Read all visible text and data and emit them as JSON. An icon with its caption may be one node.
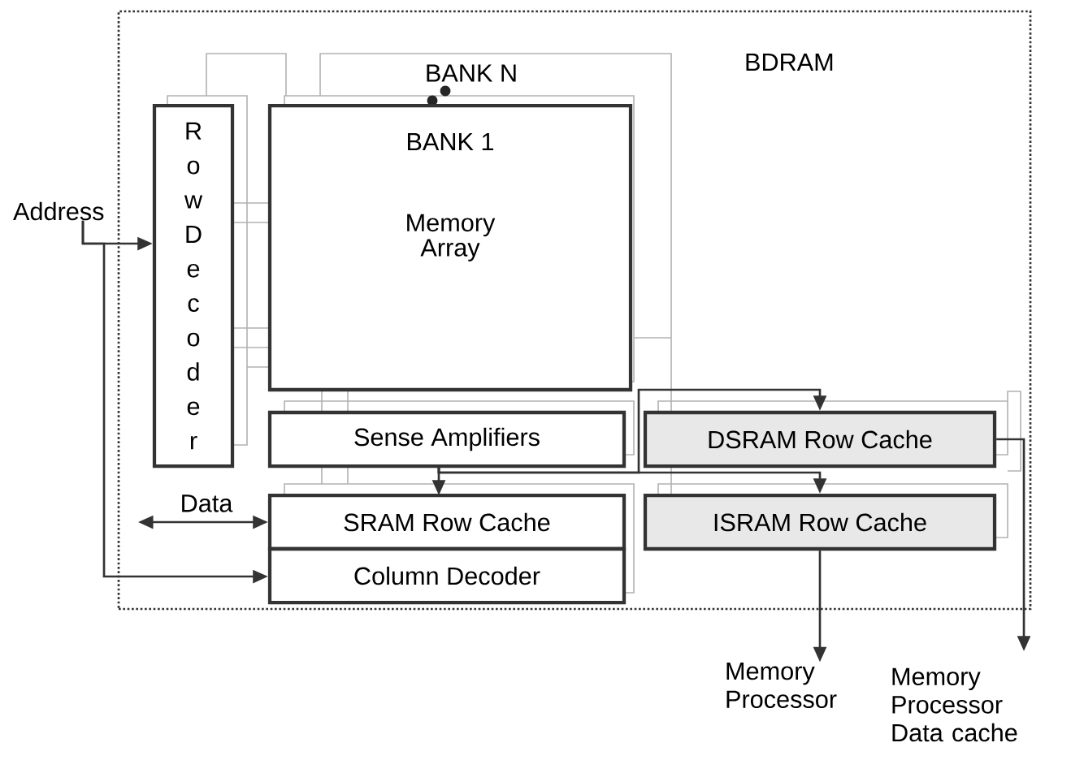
{
  "diagram": {
    "nodes": [
      {
        "text": [
          "BDRAM"
        ]
      },
      {
        "text": [
          "RowDecoder"
        ],
        "in": 0
      },
      {
        "text": [
          "BANK 1",
          "Memory Array"
        ],
        "in": 0
      },
      {
        "text": [
          "Sense Amplifiers"
        ],
        "in": 0
      },
      {
        "text": [
          "SRAM Row Cache"
        ],
        "in": 0
      },
      {
        "text": [
          "Column Decoder"
        ],
        "in": 0
      },
      {
        "text": [
          "DSRAM Row Cache"
        ],
        "in": 0
      },
      {
        "text": [
          "ISRAM Row Cache"
        ],
        "in": 0
      },
      {
        "text": [
          "Address"
        ]
      },
      {
        "text": [
          "Memory Processor"
        ]
      },
      {
        "text": [
          "Memory Processor Data cache"
        ]
      }
    ],
    "edges": [
      {
        "from": 8,
        "to": 1,
        "arrow": "to"
      },
      {
        "from": 8,
        "to": 5,
        "arrow": "to"
      },
      {
        "from": null,
        "to": 4,
        "arrow": "both",
        "label": "Data"
      },
      {
        "from": 3,
        "to": 4,
        "arrow": "to"
      },
      {
        "from": 3,
        "to": 6,
        "arrow": "to"
      },
      {
        "from": 3,
        "to": 7,
        "arrow": "to"
      },
      {
        "from": 7,
        "to": 9,
        "arrow": "to"
      },
      {
        "from": 6,
        "to": 10,
        "arrow": "to"
      }
    ],
    "labels": [
      "BANK N"
    ]
  }
}
